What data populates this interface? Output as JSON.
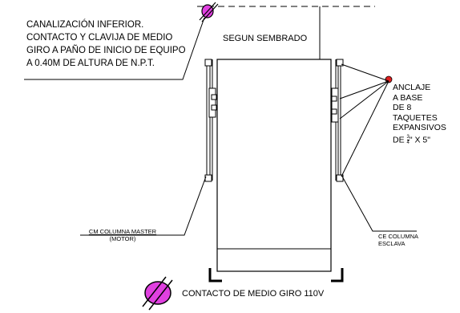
{
  "notes": {
    "canalizacion": [
      "CANALIZACIÓN INFERIOR.",
      "CONTACTO Y CLAVIJA DE MEDIO",
      "GIRO A PAÑO DE INICIO DE EQUIPO",
      "A 0.40M DE ALTURA DE N.P.T."
    ],
    "segun_sembrado": "SEGUN SEMBRADO",
    "anclaje": [
      "ANCLAJE",
      "A BASE",
      "DE 8",
      "TAQUETES",
      "EXPANSIVOS"
    ],
    "anclaje_size_prefix": "DE ",
    "anclaje_size_num": "3",
    "anclaje_size_den": "4",
    "anclaje_size_suffix": "\" X 5\"",
    "cm_columna": [
      "CM COLUMNA MASTER",
      "(MOTOR)"
    ],
    "ce_columna": [
      "CE COLUMNA",
      "ESCLAVA"
    ],
    "contacto": "CONTACTO DE MEDIO GIRO 110V"
  },
  "colors": {
    "line": "#000000",
    "outlet_fill": "#e040e0",
    "anchor_dot": "#e02020"
  },
  "icons": [
    "outlet-symbol-icon",
    "anchor-point-icon"
  ]
}
